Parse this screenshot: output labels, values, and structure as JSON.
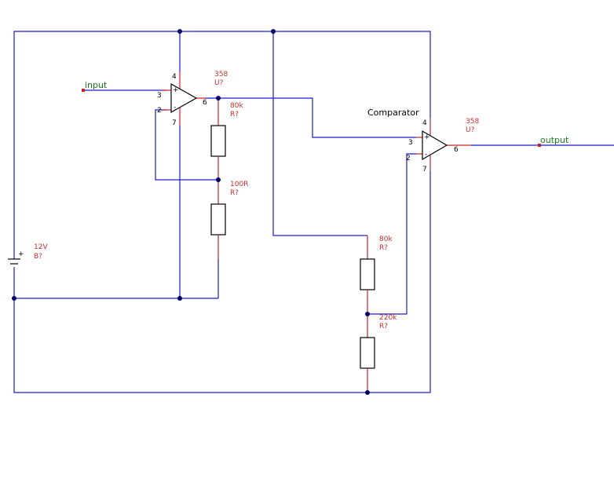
{
  "diagram": {
    "net_labels": {
      "input": "input",
      "output": "output",
      "comparator": "Comparator"
    },
    "opamps": [
      {
        "part": "358",
        "ref": "U?",
        "pins": {
          "vplus": "4",
          "inp": "3",
          "inm": "2",
          "out": "6",
          "vminus": "7"
        },
        "plus": "+",
        "minus": "-"
      },
      {
        "part": "358",
        "ref": "U?",
        "pins": {
          "vplus": "4",
          "inp": "3",
          "inm": "2",
          "out": "6",
          "vminus": "7"
        },
        "plus": "+",
        "minus": "-"
      }
    ],
    "resistors": [
      {
        "value": "80k",
        "ref": "R?"
      },
      {
        "value": "100R",
        "ref": "R?"
      },
      {
        "value": "80k",
        "ref": "R?"
      },
      {
        "value": "220k",
        "ref": "R?"
      }
    ],
    "battery": {
      "value": "12V",
      "ref": "B?",
      "plus": "+"
    },
    "colors": {
      "wire": "#1a1acc",
      "lead": "#cc2020",
      "junction": "#000060",
      "net_label": "#1a7a1a",
      "part_label": "#c83030"
    }
  }
}
